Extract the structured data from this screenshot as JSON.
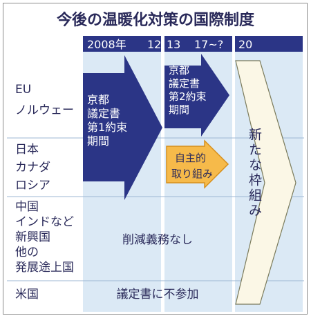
{
  "title": "今後の温暖化対策の国際制度",
  "timeline": {
    "label_2008": "2008年",
    "label_12": "12",
    "label_13": "13",
    "label_17": "17~?",
    "label_20": "20"
  },
  "rows": [
    {
      "lines": [
        "EU",
        "ノルウェー"
      ]
    },
    {
      "lines": [
        "日本",
        "カナダ",
        "ロシア"
      ]
    },
    {
      "lines": [
        "中国",
        "インドなど",
        "新興国",
        "他の",
        "発展途上国"
      ]
    },
    {
      "lines": [
        "米国"
      ]
    }
  ],
  "arrows": {
    "first_period": [
      "京都",
      "議定書",
      "第1約束",
      "期間"
    ],
    "second_period": [
      "京都",
      "議定書",
      "第2約束",
      "期間"
    ],
    "voluntary": [
      "自主的",
      "取り組み"
    ],
    "new_framework": "新たな枠組み"
  },
  "notes": {
    "no_obligation": "削減義務なし",
    "not_participating": "議定書に不参加"
  },
  "colors": {
    "navy": "#2b3586",
    "orange": "#f6ba4a",
    "column_bg": "#dbe9f5",
    "header_text": "#ffffff",
    "label_text": "#2a2a5a"
  }
}
